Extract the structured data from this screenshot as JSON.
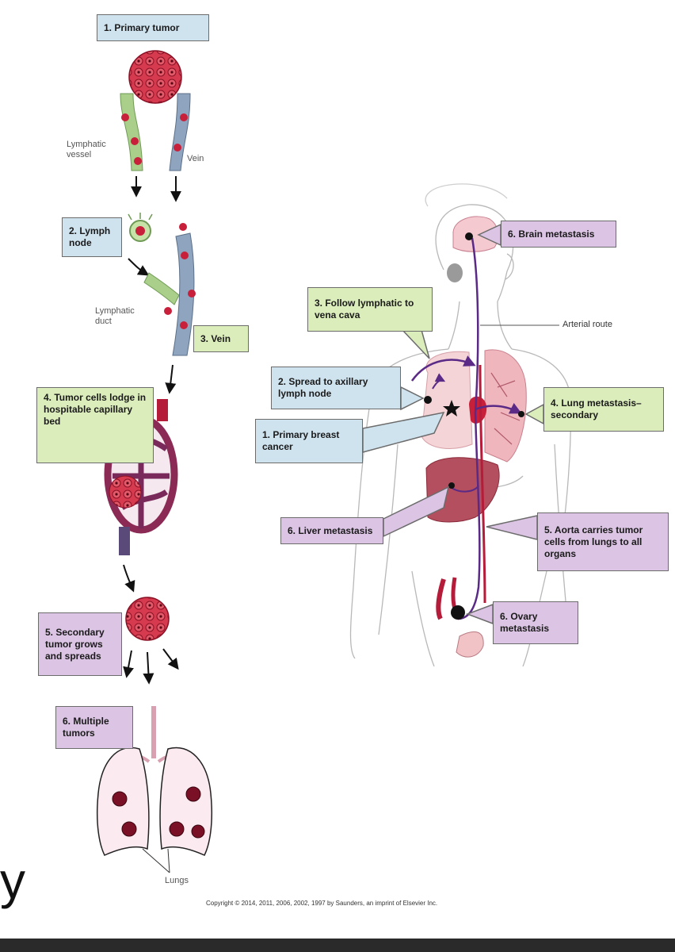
{
  "left_steps": {
    "primary_tumor": "1. Primary tumor",
    "lymph_node": "2. Lymph node",
    "vein": "3. Vein",
    "tumor_cells_lodge": "4. Tumor cells lodge in hospitable capillary bed",
    "secondary_tumor": "5. Secondary tumor grows and spreads",
    "multiple_tumors": "6. Multiple tumors"
  },
  "left_annotations": {
    "lymphatic_vessel": "Lymphatic vessel",
    "vein_small": "Vein",
    "lymphatic_duct": "Lymphatic duct",
    "lungs": "Lungs"
  },
  "right_labels": {
    "brain_metastasis": "6. Brain metastasis",
    "follow_lymphatic": "3. Follow lymphatic to vena cava",
    "arterial_route": "Arterial route",
    "spread_axillary": "2. Spread to axillary lymph node",
    "lung_metastasis": "4. Lung metastasis– secondary",
    "primary_breast": "1. Primary breast cancer",
    "liver_metastasis": "6. Liver metastasis",
    "aorta_carries": "5. Aorta carries tumor cells from lungs to all organs",
    "ovary_metastasis": "6. Ovary metastasis"
  },
  "copyright": "Copyright © 2014, 2011, 2006, 2002, 1997 by Saunders, an imprint of Elsevier Inc.",
  "stray_glyph": "y",
  "colors": {
    "blue_box": "#cfe3ef",
    "green_box": "#dcedbc",
    "purple_box": "#dcc4e4",
    "tumor_red": "#c8203a",
    "lymph_green": "#a9cf8a",
    "vein_blue": "#8fa4bf",
    "artery_red": "#b51c3a",
    "route_purple": "#5a2a86"
  }
}
